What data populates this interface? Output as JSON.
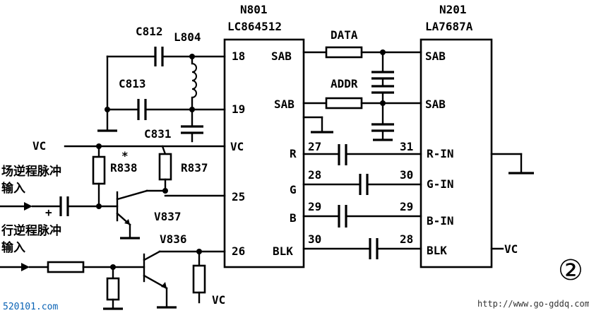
{
  "chips": {
    "n801": {
      "ref": "N801",
      "part": "LC864512",
      "pins": {
        "p18": "18",
        "p19": "19",
        "pvc": "VC",
        "p25": "25",
        "p26": "26"
      },
      "signals": {
        "sab1": "SAB",
        "sab2": "SAB",
        "r": "R",
        "g": "G",
        "b": "B",
        "blk": "BLK"
      }
    },
    "n201": {
      "ref": "N201",
      "part": "LA7687A",
      "signals": {
        "sab1": "SAB",
        "sab2": "SAB",
        "rin": "R-IN",
        "gin": "G-IN",
        "bin": "B-IN",
        "blk": "BLK"
      }
    }
  },
  "nets": {
    "data": "DATA",
    "addr": "ADDR",
    "left_pins": [
      "27",
      "28",
      "29",
      "30"
    ],
    "right_pins": [
      "31",
      "30",
      "29",
      "28"
    ]
  },
  "components": {
    "c812": "C812",
    "l804": "L804",
    "c813": "C813",
    "c831": "C831",
    "r838": "R838",
    "r837": "R837",
    "v837": "V837",
    "v836": "V836",
    "star": "*",
    "plus": "+"
  },
  "supply": {
    "vc_left": "VC",
    "vc_right": "VC",
    "vc_bottom": "VC"
  },
  "inputs": {
    "field_pulse": "场逆程脉冲",
    "field_input": "输入",
    "line_pulse": "行逆程脉冲",
    "line_input": "输入"
  },
  "figure_number": "②",
  "watermarks": {
    "left": "520101.com",
    "right": "http://www.go-gddq.com"
  }
}
